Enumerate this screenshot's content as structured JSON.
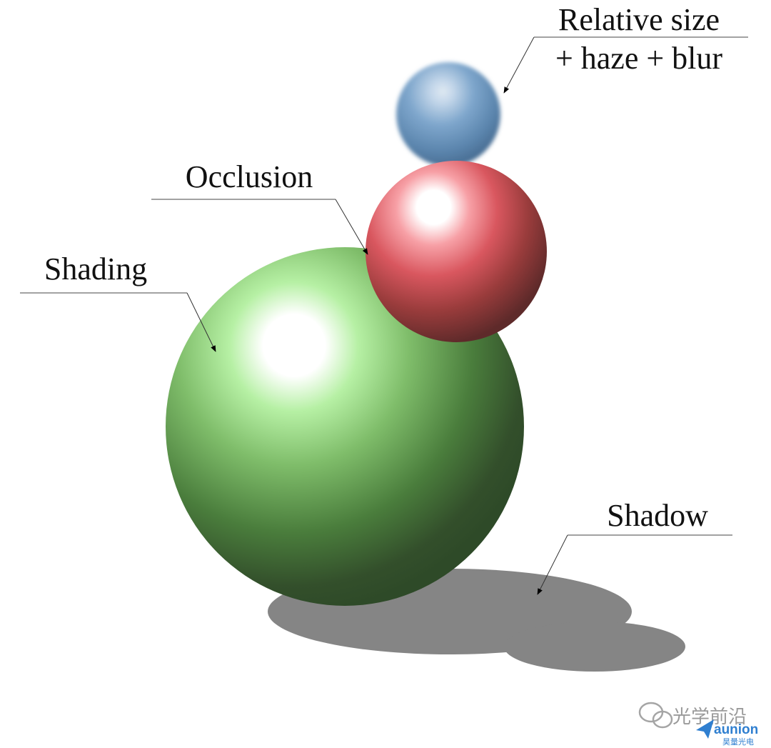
{
  "labels": {
    "relative_size_line1": "Relative size",
    "relative_size_line2": "+ haze + blur",
    "occlusion": "Occlusion",
    "shading": "Shading",
    "shadow": "Shadow"
  },
  "spheres": [
    {
      "name": "blue-sphere",
      "color": "#4f7fb0"
    },
    {
      "name": "red-sphere",
      "color": "#e05560"
    },
    {
      "name": "green-sphere",
      "color": "#5fae4f"
    }
  ],
  "shadow_color": "#858585",
  "watermark": {
    "text": "光学前沿",
    "logo_text": "aunion",
    "logo_sub": "昊量光电",
    "logo_color": "#2f7fd0"
  }
}
